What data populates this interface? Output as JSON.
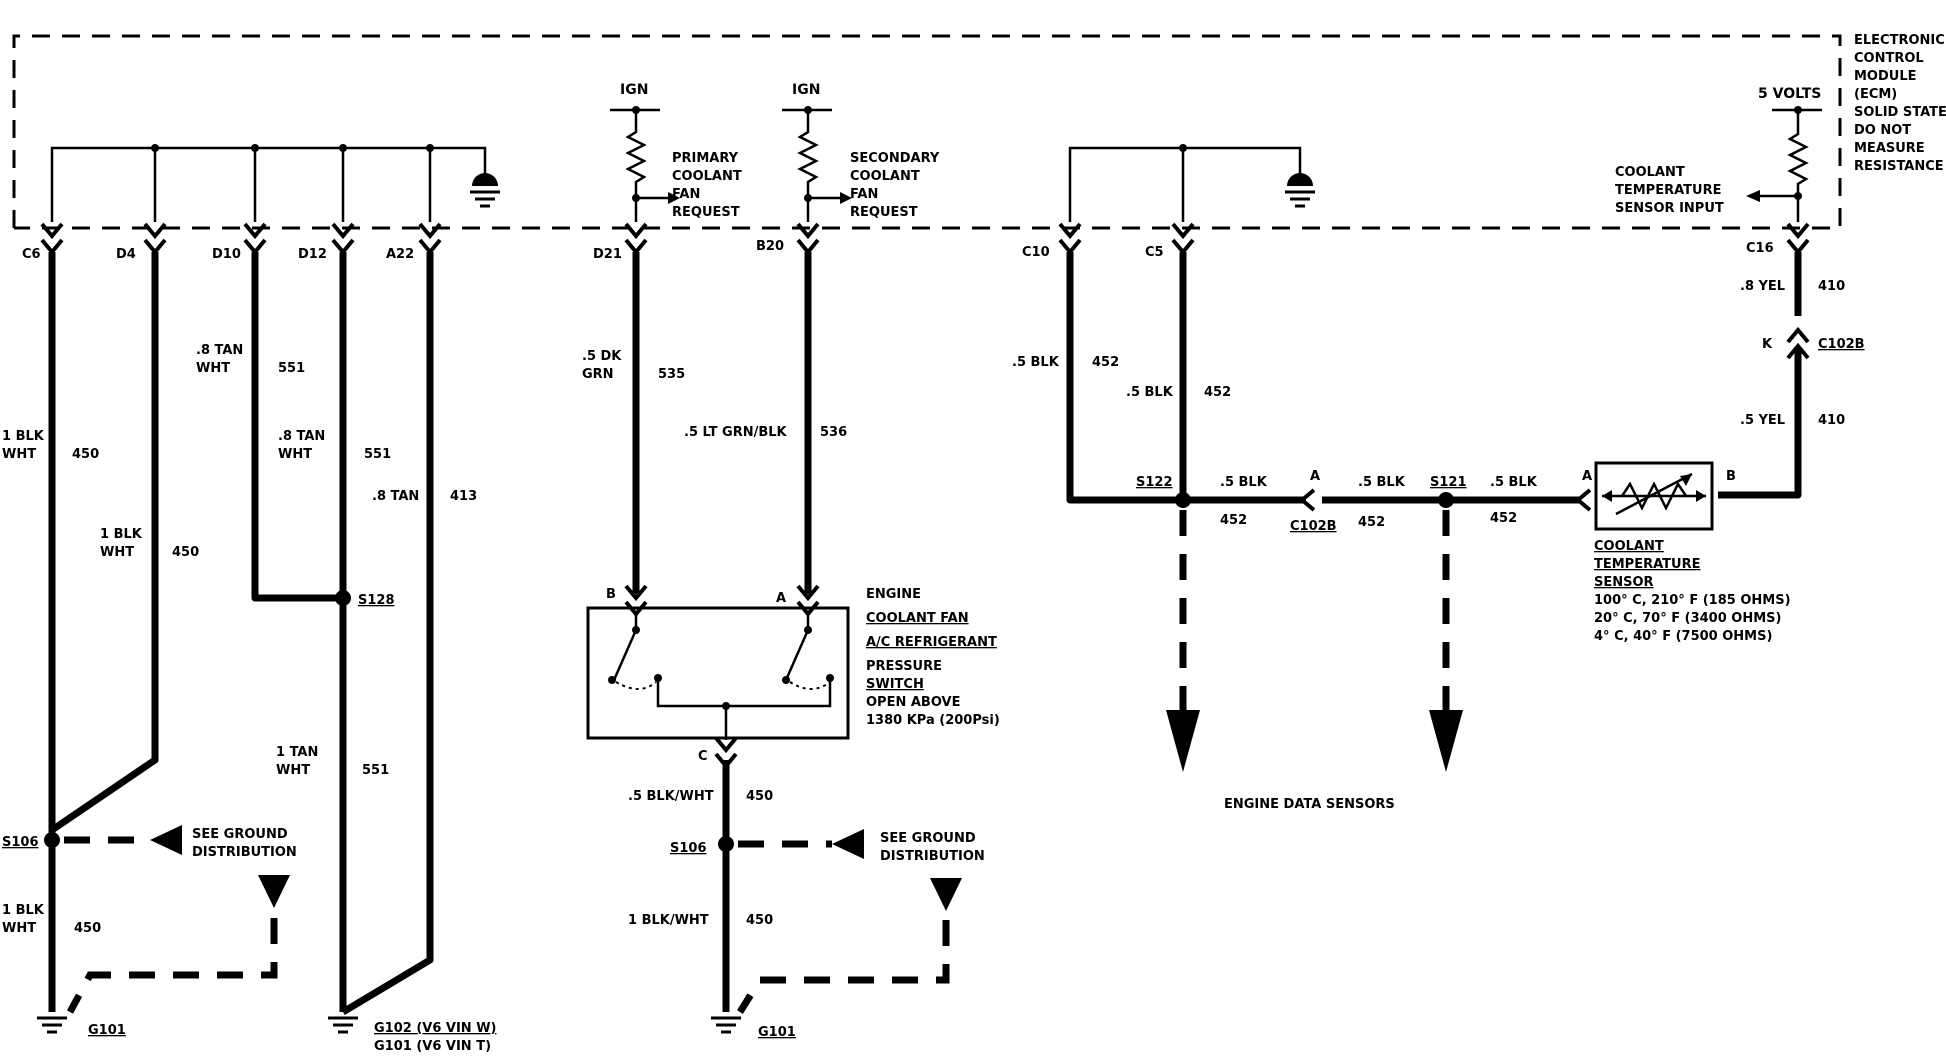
{
  "ecm": {
    "name_lines": [
      "ELECTRONIC",
      "CONTROL",
      "MODULE",
      "(ECM)",
      "SOLID STATE",
      "DO NOT",
      "MEASURE",
      "RESISTANCE"
    ]
  },
  "pins": {
    "c6": "C6",
    "d4": "D4",
    "d10": "D10",
    "d12": "D12",
    "a22": "A22",
    "d21": "D21",
    "b20": "B20",
    "c10": "C10",
    "c5": "C5",
    "c16": "C16"
  },
  "power": {
    "ign1": "IGN",
    "ign2": "IGN",
    "five_volts": "5 VOLTS"
  },
  "ecm_labels": {
    "primary": [
      "PRIMARY",
      "COOLANT",
      "FAN",
      "REQUEST"
    ],
    "secondary": [
      "SECONDARY",
      "COOLANT",
      "FAN",
      "REQUEST"
    ],
    "coolant_input": [
      "COOLANT",
      "TEMPERATURE",
      "SENSOR INPUT"
    ]
  },
  "wires": {
    "c6_color": [
      "1 BLK",
      "WHT"
    ],
    "c6_circuit": "450",
    "d4_color": [
      "1 BLK",
      "WHT"
    ],
    "d4_circuit": "450",
    "d10_color": [
      ".8 TAN",
      "WHT"
    ],
    "d10_circuit": "551",
    "d12_color": [
      ".8 TAN",
      "WHT"
    ],
    "d12_circuit": "551",
    "a22_color": ".8 TAN",
    "a22_circuit": "413",
    "s128_down_color": [
      "1 TAN",
      "WHT"
    ],
    "s128_down_circuit": "551",
    "s106_down_color": [
      "1 BLK",
      "WHT"
    ],
    "s106_down_circuit": "450",
    "d21_color": [
      ".5 DK",
      "GRN"
    ],
    "d21_circuit": "535",
    "b20_color": ".5 LT GRN/BLK",
    "b20_circuit": "536",
    "switch_c_color": ".5 BLK/WHT",
    "switch_c_circuit": "450",
    "s106b_down_color": "1 BLK/WHT",
    "s106b_down_circuit": "450",
    "c10_color": ".5 BLK",
    "c10_circuit": "452",
    "c5_color": ".5 BLK",
    "c5_circuit": "452",
    "h1_color": ".5 BLK",
    "h1_circuit": "452",
    "h2_color": ".5 BLK",
    "h2_circuit": "452",
    "h3_color": ".5 BLK",
    "h3_circuit": "452",
    "c16_color": ".8 YEL",
    "c16_circuit": "410",
    "k_color": ".5 YEL",
    "k_circuit": "410"
  },
  "splices": {
    "s128": "S128",
    "s106_left": "S106",
    "s106_mid": "S106",
    "s122": "S122",
    "s121": "S121"
  },
  "connectors": {
    "c102b_top": "C102B",
    "k_pin": "K",
    "c102b_mid": "C102B",
    "a_pin_mid": "A",
    "sensor_a": "A",
    "sensor_b": "B",
    "switch_a": "A",
    "switch_b": "B",
    "switch_c": "C"
  },
  "grounds": {
    "g101_left": "G101",
    "g102": "G102 (V6 VIN W)",
    "g101_v6t": "G101 (V6 VIN T)",
    "g101_mid": "G101",
    "see_ground_left": [
      "SEE GROUND",
      "DISTRIBUTION"
    ],
    "see_ground_mid": [
      "SEE GROUND",
      "DISTRIBUTION"
    ]
  },
  "switch": {
    "title": [
      "ENGINE",
      "COOLANT FAN",
      "A/C REFRIGERANT",
      "PRESSURE",
      "SWITCH"
    ],
    "spec": [
      "OPEN ABOVE",
      "1380 KPa (200Psi)"
    ]
  },
  "sensor": {
    "title": [
      "COOLANT",
      "TEMPERATURE",
      "SENSOR"
    ],
    "specs": [
      "100° C, 210° F (185 OHMS)",
      "20° C, 70° F (3400 OHMS)",
      "4° C, 40° F (7500 OHMS)"
    ]
  },
  "engine_data": "ENGINE DATA SENSORS"
}
